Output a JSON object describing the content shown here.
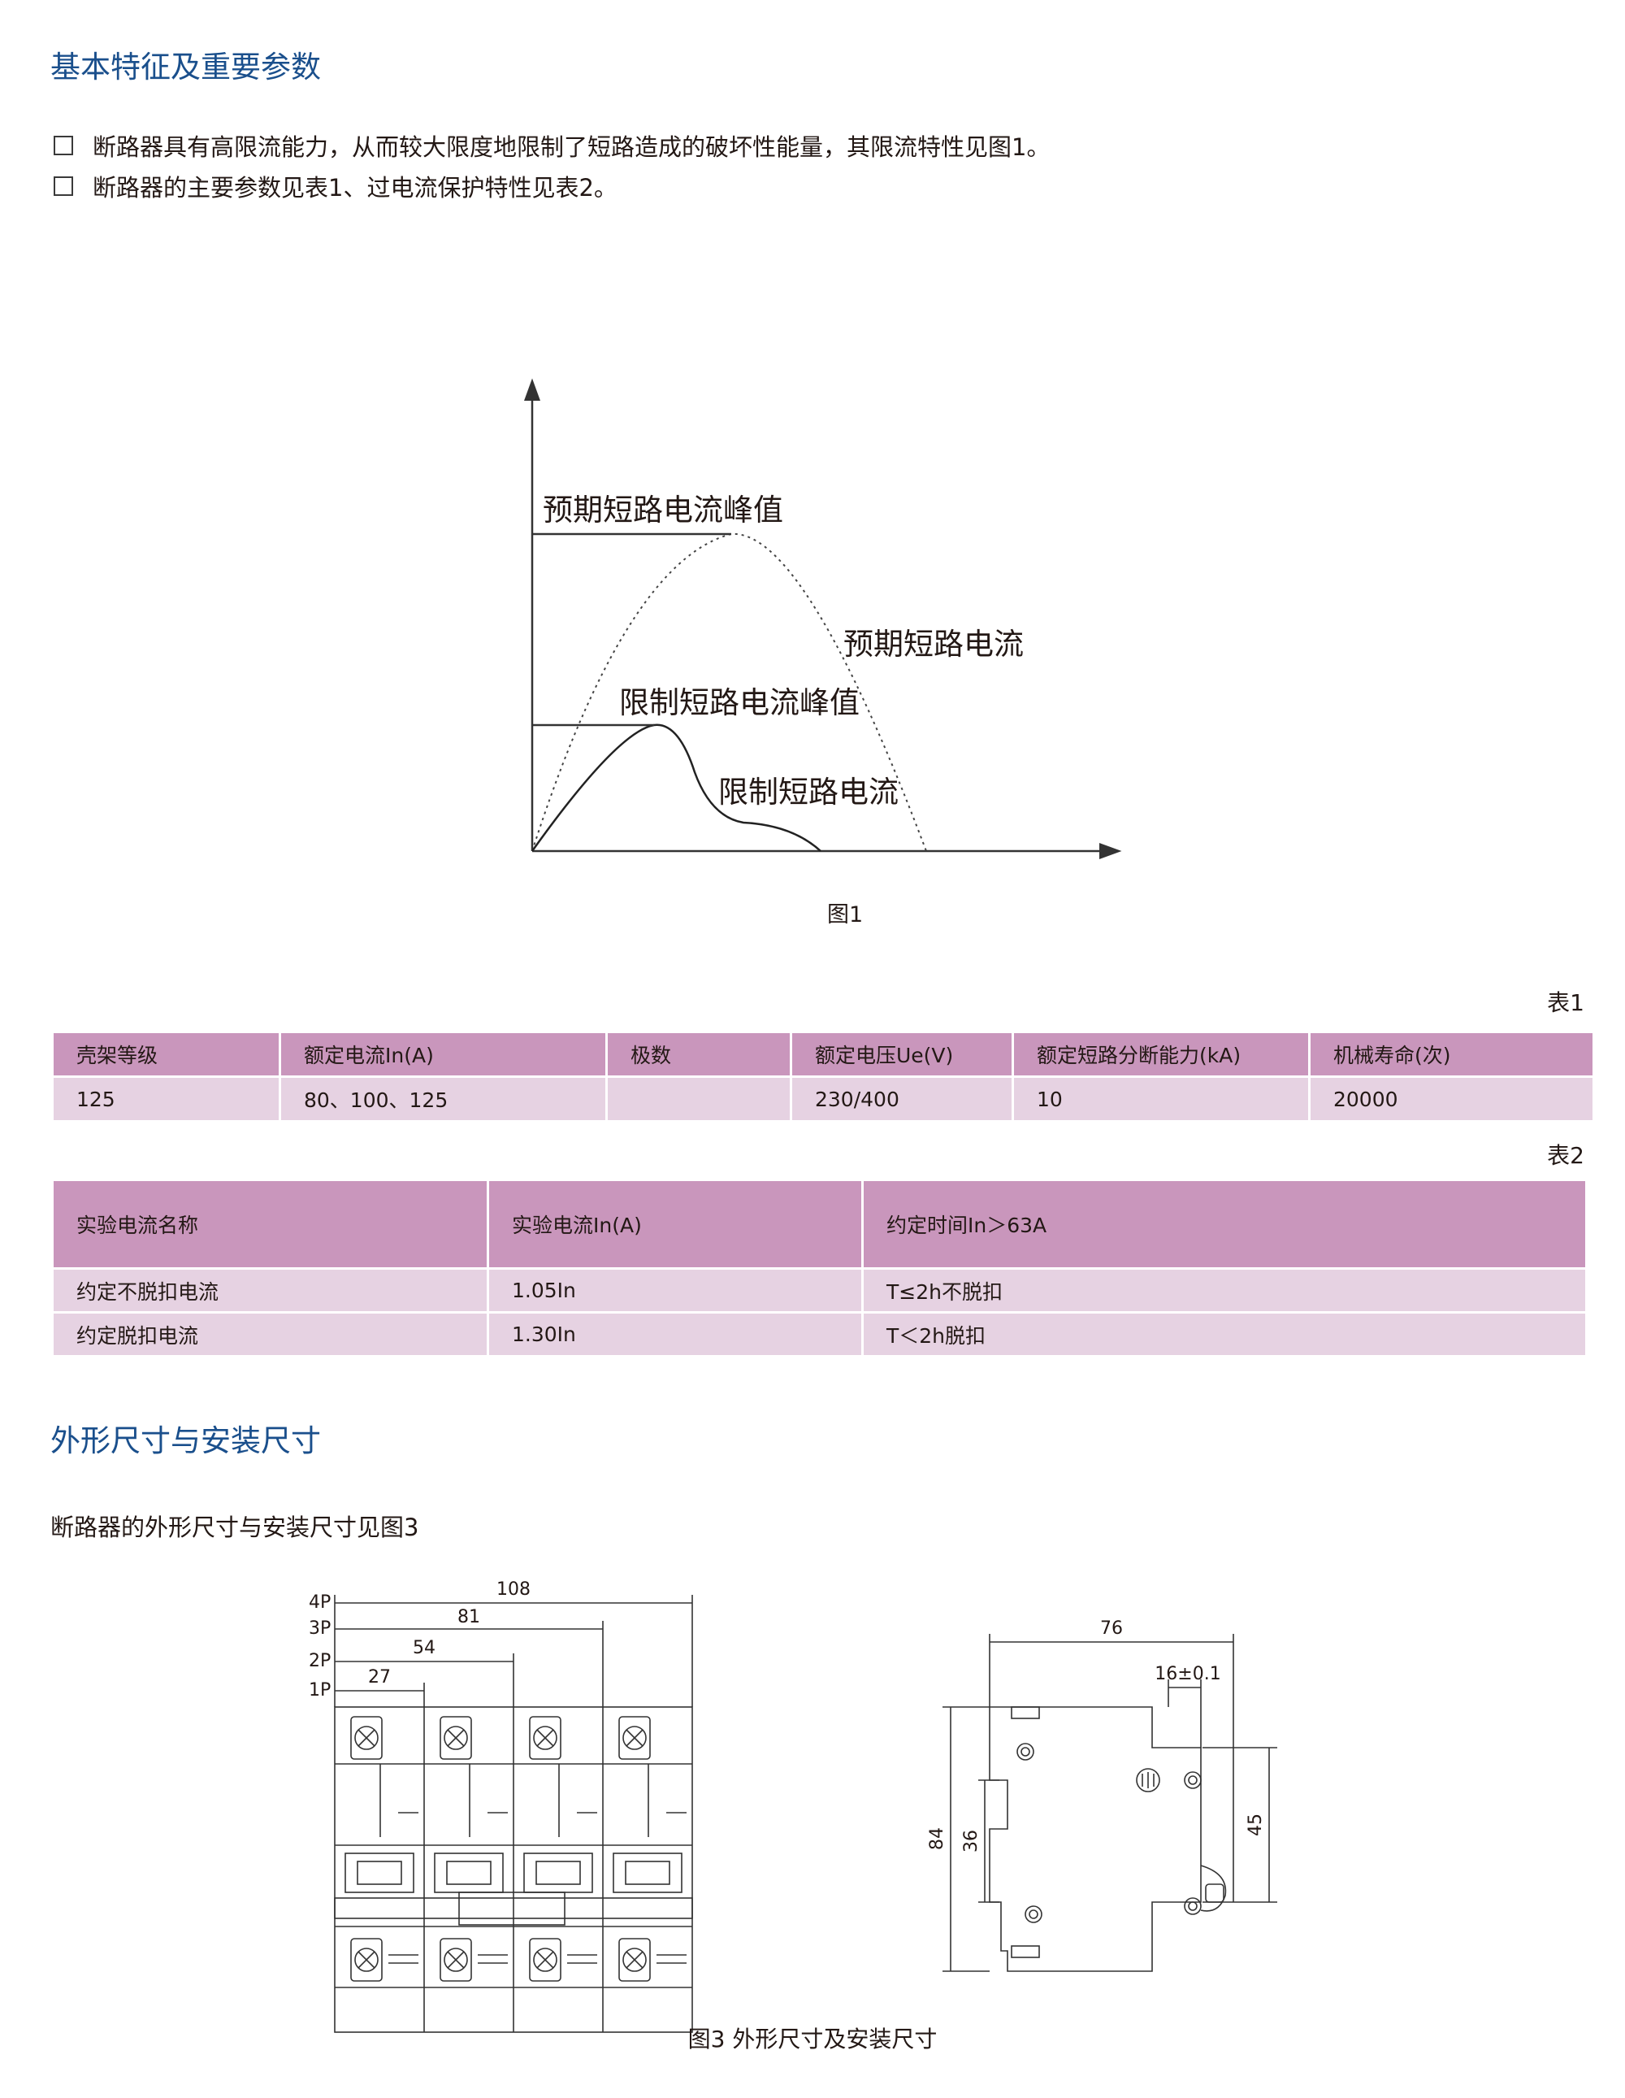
{
  "section1": {
    "title": "基本特征及重要参数",
    "bullets": [
      "断路器具有高限流能力，从而较大限度地限制了短路造成的破坏性能量，其限流特性见图1。",
      "断路器的主要参数见表1、过电流保护特性见表2。"
    ]
  },
  "figure1": {
    "labels": {
      "prospective_peak": "预期短路电流峰值",
      "prospective_current": "预期短路电流",
      "limited_peak": "限制短路电流峰值",
      "limited_current": "限制短路电流"
    },
    "caption": "图1"
  },
  "table1": {
    "label": "表1",
    "headers": [
      "壳架等级",
      "额定电流In(A)",
      "极数",
      "额定电压Ue(V)",
      "额定短路分断能力(kA)",
      "机械寿命(次)"
    ],
    "rows": [
      [
        "125",
        "80、100、125",
        "",
        "230/400",
        "10",
        "20000"
      ]
    ]
  },
  "table2": {
    "label": "表2",
    "headers": [
      "实验电流名称",
      "实验电流In(A)",
      "约定时间In＞63A"
    ],
    "rows": [
      [
        "约定不脱扣电流",
        "1.05In",
        "T≤2h不脱扣"
      ],
      [
        "约定脱扣电流",
        "1.30In",
        "T＜2h脱扣"
      ]
    ]
  },
  "section2": {
    "title": "外形尺寸与安装尺寸",
    "intro": "断路器的外形尺寸与安装尺寸见图3"
  },
  "figure3": {
    "front": {
      "poles": [
        "4P",
        "3P",
        "2P",
        "1P"
      ],
      "widths": [
        "108",
        "81",
        "54",
        "27"
      ]
    },
    "side": {
      "depth": "76",
      "offset": "16±0.1",
      "height": "84",
      "rail": "36",
      "front_height": "45"
    },
    "caption": "图3  外形尺寸及安装尺寸"
  }
}
